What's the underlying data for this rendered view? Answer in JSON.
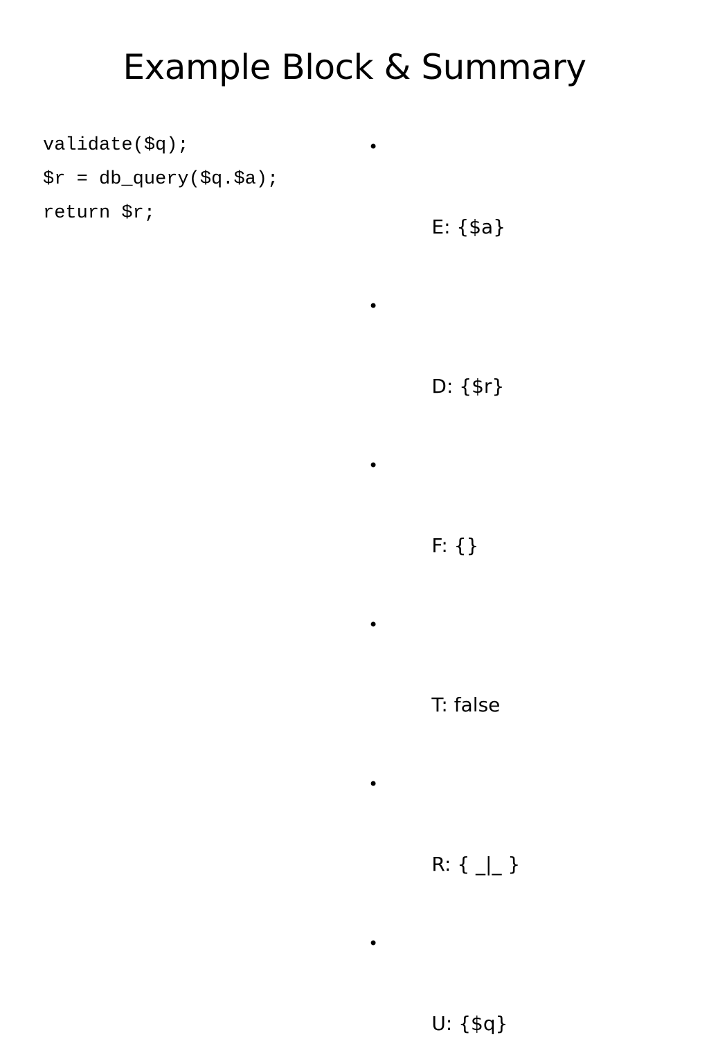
{
  "slide": {
    "title": "Example Block & Summary",
    "code_lines": [
      "validate($q);",
      "$r = db_query($q.$a);",
      "return $r;"
    ],
    "summary_items": [
      "E: {$a}",
      "D: {$r}",
      "F: {}",
      "T: false",
      "R: { _|_ }",
      "U: {$q}"
    ],
    "bullet_glyph": "•"
  }
}
